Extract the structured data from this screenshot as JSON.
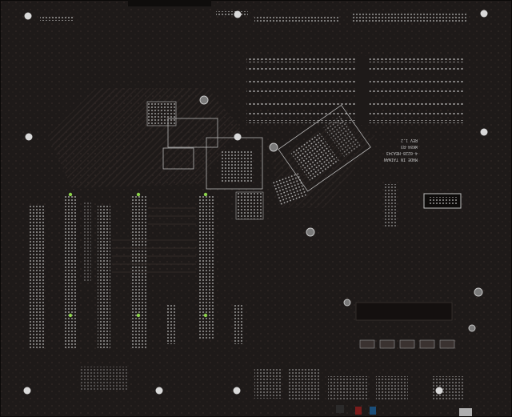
{
  "image": {
    "subject": "motherboard-underside",
    "colors": {
      "pcb": "#1e1a19",
      "pcb_dark": "#141110",
      "solder": "#bdbdbd",
      "silkscreen": "#c8c8c8",
      "mount_hole": "#d9d9d9",
      "led_green": "#8bd34a",
      "trace": "#2c2523"
    },
    "silkscreen_text": {
      "line_1": "MADE IN TAIWAN",
      "line_2": "4-0228-HEAJ43",
      "line_3": "WK84-R3",
      "line_4": "REV 1.2"
    }
  }
}
